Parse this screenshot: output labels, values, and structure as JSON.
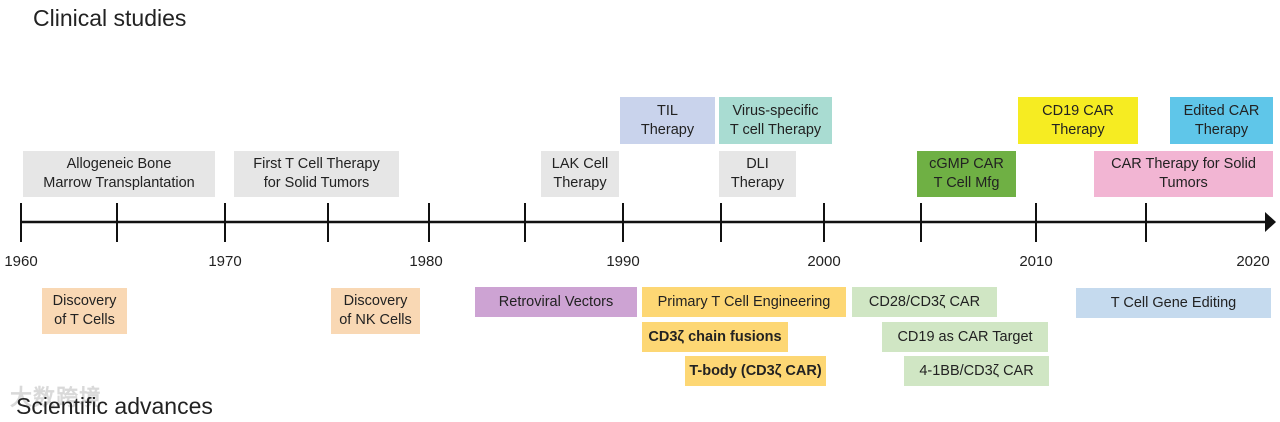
{
  "headings": {
    "top": "Clinical studies",
    "bottom": "Scientific advances"
  },
  "watermark": "大数跨境",
  "years": [
    "1960",
    "1970",
    "1980",
    "1990",
    "2000",
    "2010",
    "2020"
  ],
  "colors": {
    "grey": "#e6e6e6",
    "lavender": "#c9d3ec",
    "teal": "#a9dcd2",
    "green": "#6fb044",
    "yellow": "#f6ec22",
    "blue": "#5fc6e9",
    "pink": "#f2b5d3",
    "peach": "#f9d8b4",
    "purple": "#cda3d3",
    "gold": "#fdd774",
    "lightgreen": "#d0e6c4",
    "lightblue": "#c5daee"
  },
  "clinical": {
    "allogeneic": "Allogeneic Bone\nMarrow Transplantation",
    "first_t_cell": "First T Cell Therapy\nfor Solid Tumors",
    "lak": "LAK Cell\nTherapy",
    "til": "TIL\nTherapy",
    "virus_specific": "Virus-specific\nT cell Therapy",
    "dli": "DLI\nTherapy",
    "cgmp": "cGMP CAR\nT Cell Mfg",
    "cd19_car": "CD19 CAR\nTherapy",
    "edited_car": "Edited CAR\nTherapy",
    "car_solid": "CAR Therapy for Solid\nTumors"
  },
  "scientific": {
    "discovery_t": "Discovery\nof T Cells",
    "discovery_nk": "Discovery\nof NK Cells",
    "retroviral": "Retroviral Vectors",
    "primary_t": "Primary T Cell Engineering",
    "cd3_fusions": "CD3ζ  chain fusions",
    "t_body": "T-body (CD3ζ CAR)",
    "cd28": "CD28/CD3ζ CAR",
    "cd19_target": "CD19 as CAR Target",
    "fourone": "4-1BB/CD3ζ CAR",
    "gene_editing": "T Cell Gene Editing"
  }
}
